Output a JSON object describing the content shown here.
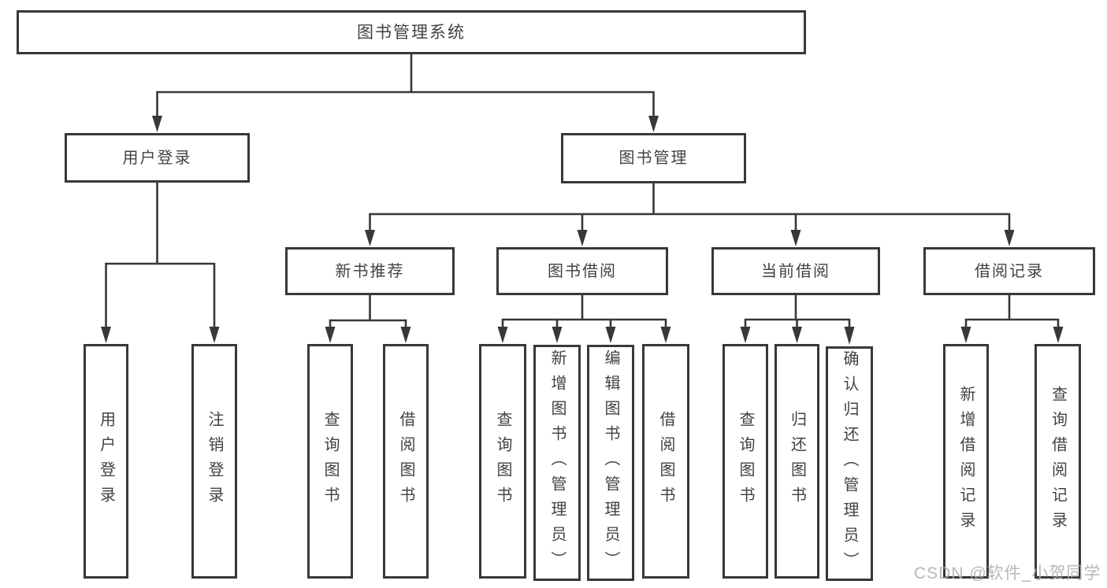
{
  "diagram": {
    "title": "图书管理系统",
    "tree": {
      "root": {
        "label": "图书管理系统"
      },
      "branches": [
        {
          "label": "用户登录",
          "children": [
            {
              "label": "用户登录"
            },
            {
              "label": "注销登录"
            }
          ]
        },
        {
          "label": "图书管理",
          "children": [
            {
              "label": "新书推荐",
              "children": [
                {
                  "label": "查询图书"
                },
                {
                  "label": "借阅图书"
                }
              ]
            },
            {
              "label": "图书借阅",
              "children": [
                {
                  "label": "查询图书"
                },
                {
                  "label": "新增图书（管理员）"
                },
                {
                  "label": "编辑图书（管理员）"
                },
                {
                  "label": "借阅图书"
                }
              ]
            },
            {
              "label": "当前借阅",
              "children": [
                {
                  "label": "查询图书"
                },
                {
                  "label": "归还图书"
                },
                {
                  "label": "确认归还（管理员）"
                }
              ]
            },
            {
              "label": "借阅记录",
              "children": [
                {
                  "label": "新增借阅记录"
                },
                {
                  "label": "查询借阅记录"
                }
              ]
            }
          ]
        }
      ]
    },
    "colors": {
      "line": "#383838",
      "text": "#424242",
      "watermark": "#b0b0b0",
      "background": "#ffffff"
    }
  },
  "watermark": {
    "text": "CSDN @软件_小贺同学"
  }
}
